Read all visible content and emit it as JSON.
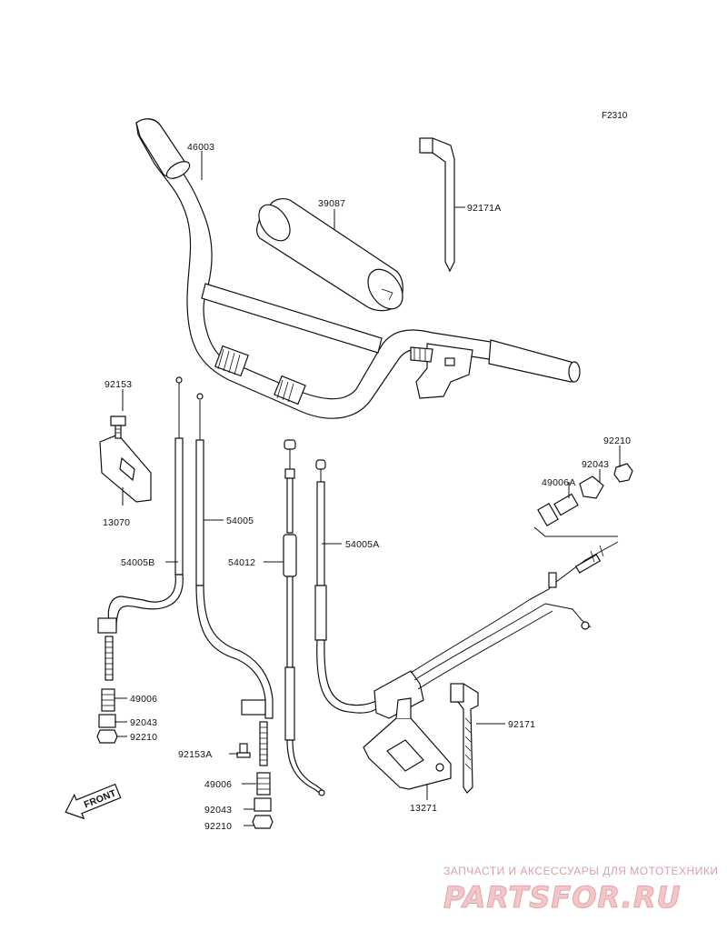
{
  "figure_ref": "F2310",
  "front_label": "FRONT",
  "watermark": {
    "caption": "ЗАПЧАСТИ И АКСЕССУАРЫ ДЛЯ МОТОТЕХНИКИ",
    "brand": "PARTSFOR.RU"
  },
  "parts": [
    {
      "id": "p46003",
      "number": "46003"
    },
    {
      "id": "p39087",
      "number": "39087"
    },
    {
      "id": "p92171A",
      "number": "92171A"
    },
    {
      "id": "p92153",
      "number": "92153"
    },
    {
      "id": "p13070",
      "number": "13070"
    },
    {
      "id": "p54005",
      "number": "54005"
    },
    {
      "id": "p54005B",
      "number": "54005B"
    },
    {
      "id": "p54012",
      "number": "54012"
    },
    {
      "id": "p54005A",
      "number": "54005A"
    },
    {
      "id": "p92210a",
      "number": "92210"
    },
    {
      "id": "p92043a",
      "number": "92043"
    },
    {
      "id": "p49006A",
      "number": "49006A"
    },
    {
      "id": "p49006a",
      "number": "49006"
    },
    {
      "id": "p92043b",
      "number": "92043"
    },
    {
      "id": "p92210b",
      "number": "92210"
    },
    {
      "id": "p92153A",
      "number": "92153A"
    },
    {
      "id": "p49006b",
      "number": "49006"
    },
    {
      "id": "p92043c",
      "number": "92043"
    },
    {
      "id": "p92210c",
      "number": "92210"
    },
    {
      "id": "p92171",
      "number": "92171"
    },
    {
      "id": "p13271",
      "number": "13271"
    }
  ]
}
